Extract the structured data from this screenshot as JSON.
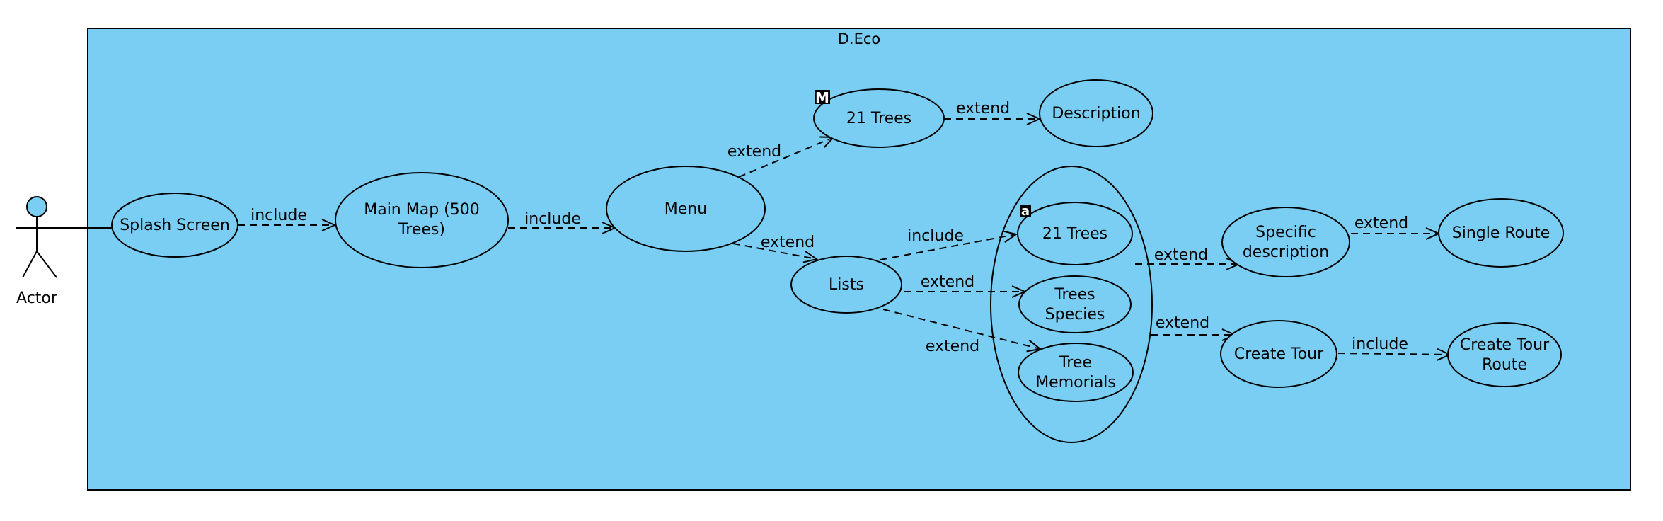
{
  "colors": {
    "system_fill": "#7ACEF4",
    "stroke": "#000000",
    "background": "#ffffff",
    "marker_fill": "#000000",
    "marker_text": "#ffffff"
  },
  "system": {
    "title": "D.Eco"
  },
  "actor": {
    "label": "Actor"
  },
  "use_cases": {
    "splash": {
      "lines": [
        "Splash Screen"
      ]
    },
    "main_map": {
      "lines": [
        "Main Map (500",
        "Trees)"
      ]
    },
    "menu": {
      "lines": [
        "Menu"
      ]
    },
    "trees21_top": {
      "lines": [
        "21 Trees"
      ]
    },
    "description": {
      "lines": [
        "Description"
      ]
    },
    "lists": {
      "lines": [
        "Lists"
      ]
    },
    "trees21": {
      "lines": [
        "21 Trees"
      ]
    },
    "trees_species": {
      "lines": [
        "Trees",
        "Species"
      ]
    },
    "tree_memorials": {
      "lines": [
        "Tree",
        "Memorials"
      ]
    },
    "specific_desc": {
      "lines": [
        "Specific",
        "description"
      ]
    },
    "single_route": {
      "lines": [
        "Single Route"
      ]
    },
    "create_tour": {
      "lines": [
        "Create Tour"
      ]
    },
    "create_tour_route": {
      "lines": [
        "Create Tour",
        "Route"
      ]
    }
  },
  "markers": {
    "trees21_top": "M",
    "trees21": "a"
  },
  "relations": {
    "splash_mainmap": "include",
    "mainmap_menu": "include",
    "menu_trees21top": "extend",
    "trees21top_description": "extend",
    "menu_lists": "extend",
    "lists_trees21": "include",
    "lists_species": "extend",
    "lists_memorials": "extend",
    "group_specific": "extend",
    "specific_single": "extend",
    "group_createtour": "extend",
    "createtour_route": "include"
  }
}
